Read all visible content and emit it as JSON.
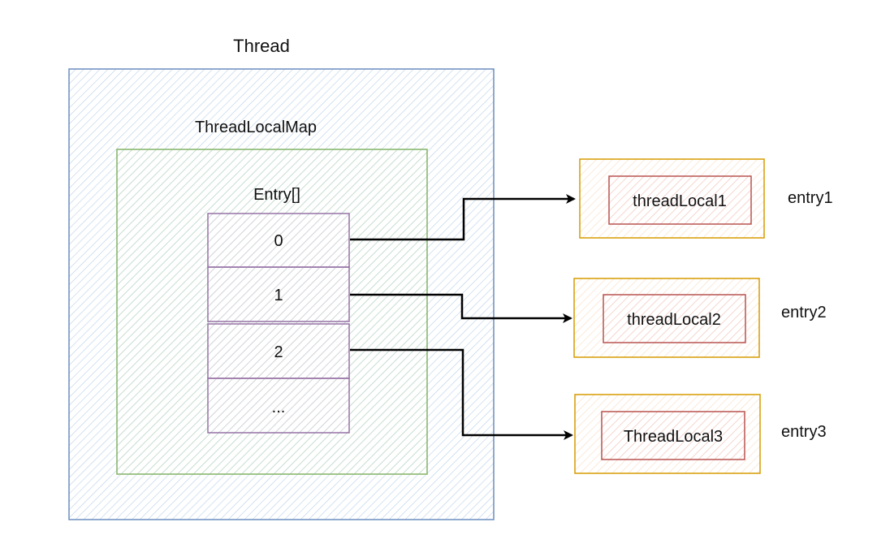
{
  "thread": {
    "title": "Thread",
    "color": "#6c8ebf",
    "fill": "#dae8fc"
  },
  "map": {
    "title": "ThreadLocalMap",
    "color": "#82b366",
    "fill": "#d5e8d4"
  },
  "entry_array": {
    "title": "Entry[]",
    "color": "#9673a6",
    "fill": "#e1d5e7",
    "slots": [
      "0",
      "1",
      "2",
      "..."
    ]
  },
  "entries": [
    {
      "label": "entry1",
      "name": "threadLocal1"
    },
    {
      "label": "entry2",
      "name": "threadLocal2"
    },
    {
      "label": "entry3",
      "name": "ThreadLocal3"
    }
  ],
  "colors": {
    "entry_border": "#d79b00",
    "entry_fill": "#ffe6cc",
    "inner_border": "#b85450",
    "inner_fill": "#f8cecc",
    "arrow": "#000000"
  }
}
